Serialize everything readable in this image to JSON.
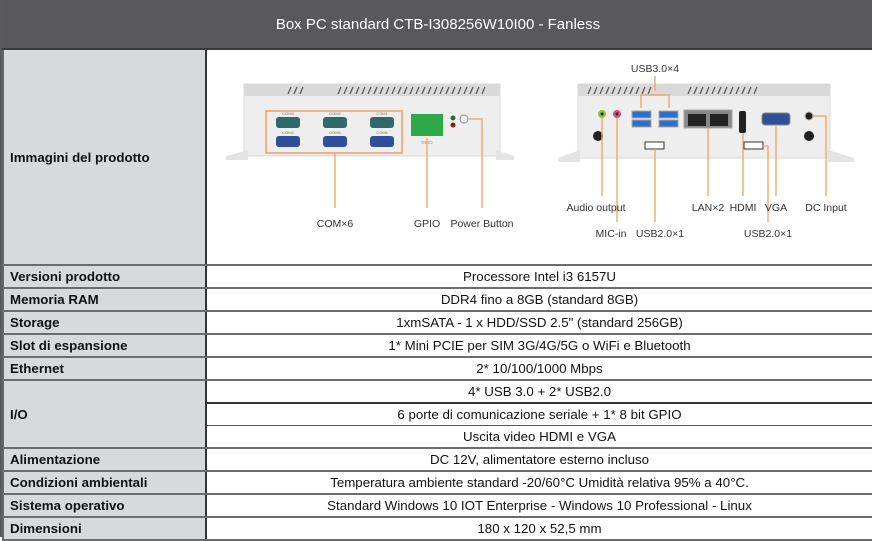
{
  "title": "Box PC standard CTB-I308256W10I00 - Fanless",
  "colors": {
    "header_bg": "#59595b",
    "label_bg": "#d8d9db",
    "callout_orange": "#f0a060",
    "port_blue": "#2f4f9a",
    "port_teal": "#2f6a6a",
    "gpio_green": "#2fa84a"
  },
  "images_row": {
    "label": "Immagini del prodotto",
    "front_view": {
      "port_labels": [
        "COM3",
        "COM2",
        "COM1",
        "COM4",
        "COM5",
        "COM6"
      ],
      "gpio_label": "GPIO",
      "callouts": [
        "COM×6",
        "GPIO",
        "Power Button"
      ]
    },
    "rear_view": {
      "callouts_top": [
        "USB3.0×4"
      ],
      "callouts": [
        "Audio output",
        "MIC-in",
        "USB2.0×1",
        "LAN×2",
        "HDMI",
        "VGA",
        "USB2.0×1",
        "DC Input"
      ]
    }
  },
  "rows": [
    {
      "label": "Versioni prodotto",
      "value": "Processore Intel i3 6157U"
    },
    {
      "label": "Memoria RAM",
      "value": "DDR4 fino a 8GB (standard 8GB)"
    },
    {
      "label": "Storage",
      "value": "1xmSATA - 1 x HDD/SSD 2.5\" (standard 256GB)"
    },
    {
      "label": "Slot di espansione",
      "value": "1* Mini PCIE per SIM 3G/4G/5G o WiFi e Bluetooth"
    },
    {
      "label": "Ethernet",
      "value": "2* 10/100/1000 Mbps"
    }
  ],
  "io": {
    "label": "I/O",
    "values": [
      "4* USB 3.0 + 2* USB2.0",
      "6 porte di comunicazione seriale + 1* 8 bit GPIO",
      "Uscita video HDMI e VGA"
    ]
  },
  "rows_after": [
    {
      "label": "Alimentazione",
      "value": "DC 12V, alimentatore esterno incluso"
    },
    {
      "label": "Condizioni ambientali",
      "value": "Temperatura ambiente standard -20/60°C  Umidità relativa 95% a 40°C."
    },
    {
      "label": "Sistema operativo",
      "value": "Standard Windows 10 IOT Enterprise - Windows 10 Professional - Linux"
    },
    {
      "label": "Dimensioni",
      "value": "180 x 120 x 52,5 mm"
    }
  ]
}
